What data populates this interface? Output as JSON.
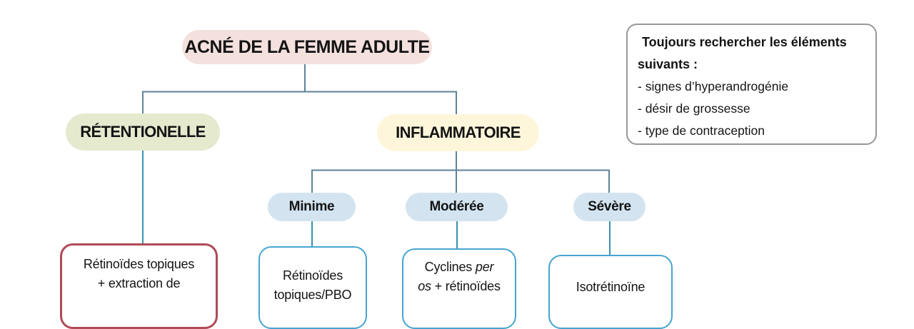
{
  "title": "ACNÉ DE LA FEMME ADULTE",
  "note": {
    "heading_lines": [
      "Toujours rechercher les éléments",
      "suivants :"
    ],
    "items": [
      "- signes d’hyperandrogénie",
      "- désir de grossesse",
      "- type de contraception"
    ]
  },
  "branches": [
    {
      "label": "RÉTENTIONELLE"
    },
    {
      "label": "INFLAMMATOIRE"
    }
  ],
  "severities": [
    {
      "label": "Minime"
    },
    {
      "label": "Modérée"
    },
    {
      "label": "Sévère"
    }
  ],
  "treatments": [
    {
      "lines": [
        [
          "Rétinoïdes topiques"
        ],
        [
          "+ extraction de"
        ]
      ]
    },
    {
      "lines": [
        [
          "Rétinoïdes"
        ],
        [
          "topiques/PBO"
        ]
      ]
    },
    {
      "lines": [
        [
          "Cyclines ",
          "per"
        ],
        [
          "os",
          " + rétinoïdes"
        ]
      ]
    },
    {
      "lines": [
        [
          "Isotrétinoïne"
        ]
      ]
    }
  ],
  "colors": {
    "root_bg": "#f4e1de",
    "retentionelle_bg": "#e5eacf",
    "inflammatoire_bg": "#fdf6da",
    "severity_bg": "#d3e4f0",
    "treatment_red_border": "#b04a56",
    "treatment_blue_border": "#46a4d0",
    "note_border": "#98989a",
    "connector_bracket": "#5d839a",
    "connector_drop": "#3992b4"
  }
}
